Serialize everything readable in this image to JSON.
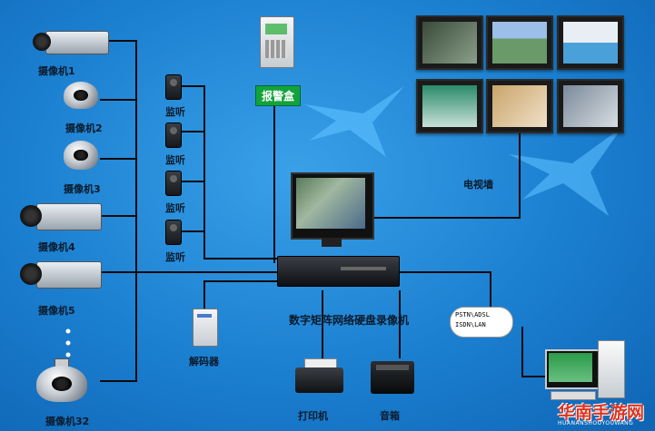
{
  "labels": {
    "cam1": "摄像机1",
    "cam2": "摄像机2",
    "cam3": "摄像机3",
    "cam4": "摄像机4",
    "cam5": "摄像机5",
    "cam32": "摄像机32",
    "mon1": "监听",
    "mon2": "监听",
    "mon3": "监听",
    "mon4": "监听",
    "alarm": "报警盒",
    "tvwall": "电视墙",
    "dvr": "数字矩阵网络硬盘录像机",
    "decoder": "解码器",
    "printer": "打印机",
    "speaker": "音箱",
    "network": "PSTN\\ADSL\nISDN\\LAN"
  },
  "watermark": {
    "brand": "华南手游网",
    "url": "HUANANSHOUYOUWANG"
  },
  "colors": {
    "background": "#1b7fd0",
    "wire": "#0b0b0b",
    "alarm_green": "#12a33a",
    "watermark_red": "#e0341e"
  }
}
